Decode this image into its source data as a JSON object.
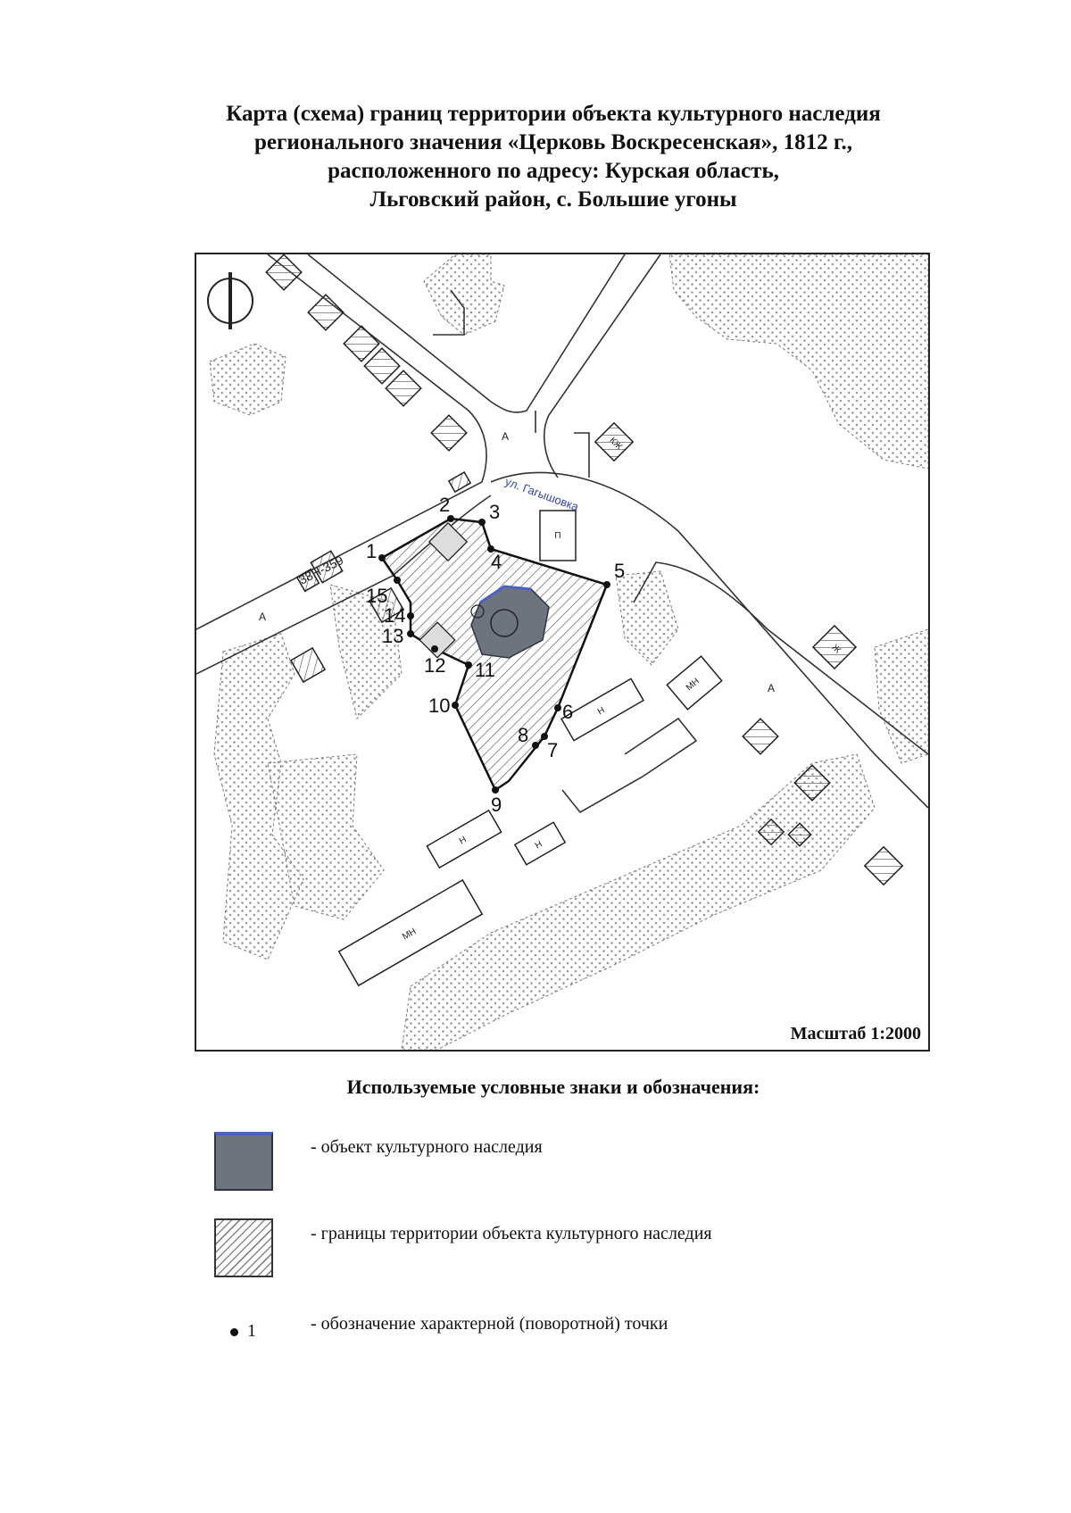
{
  "title": {
    "line1": "Карта (схема) границ территории объекта культурного наследия",
    "line2": "регионального значения «Церковь Воскресенская», 1812 г.,",
    "line3": "расположенного по адресу: Курская область,",
    "line4": "Льговский район, с. Большие угоны"
  },
  "map": {
    "scale": "Масштаб 1:2000",
    "road_label": "38Н-359",
    "street_label": "ул. Гагышовка",
    "road_class_label": "А",
    "building_labels": {
      "residential": "Ж",
      "residential_wooden": "КЖ",
      "nonresidential": "Н",
      "multi_nonresidential": "МН",
      "outbuilding": "П"
    },
    "boundary_points": [
      "1",
      "2",
      "3",
      "4",
      "5",
      "6",
      "7",
      "8",
      "9",
      "10",
      "11",
      "12",
      "13",
      "14",
      "15"
    ],
    "colors": {
      "object": "#6e7380",
      "object_edge": "#4b62c4",
      "boundary": "#111111",
      "dots": "#9a9a9a"
    },
    "north_arrow_icon": "north-arrow-icon"
  },
  "legend": {
    "title": "Используемые условные знаки и обозначения:",
    "object": "- объект культурного наследия",
    "territory": "- границы территории объекта культурного наследия",
    "point_sample": "1",
    "point": "- обозначение характерной (поворотной) точки"
  }
}
